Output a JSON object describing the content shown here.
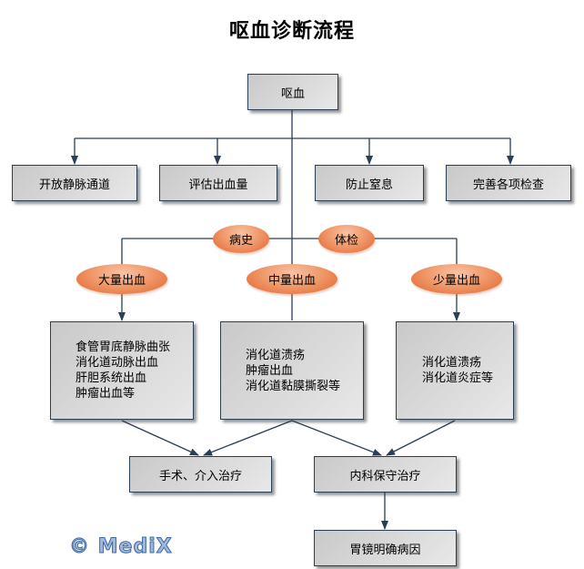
{
  "title": "呕血诊断流程",
  "root": {
    "label": "呕血"
  },
  "first_steps": [
    {
      "label": "开放静脉通道"
    },
    {
      "label": "评估出血量"
    },
    {
      "label": "防止窒息"
    },
    {
      "label": "完善各项检查"
    }
  ],
  "assessment": [
    {
      "label": "病史"
    },
    {
      "label": "体检"
    }
  ],
  "severity": [
    {
      "label": "大量出血",
      "causes": [
        "食管胃底静脉曲张",
        "消化道动脉出血",
        "肝胆系统出血",
        "肿瘤出血等"
      ]
    },
    {
      "label": "中量出血",
      "causes": [
        "消化道溃疡",
        "肿瘤出血",
        "消化道黏膜撕裂等"
      ]
    },
    {
      "label": "少量出血",
      "causes": [
        "消化道溃疡",
        "消化道炎症等"
      ]
    }
  ],
  "treatments": [
    {
      "label": "手术、介入治疗"
    },
    {
      "label": "内科保守治疗"
    }
  ],
  "final": {
    "label": "胃镜明确病因"
  },
  "watermark": "© MediX",
  "colors": {
    "line": "#2a3e55",
    "ellipse": "#e8703a",
    "box": "#d6d6d6"
  }
}
